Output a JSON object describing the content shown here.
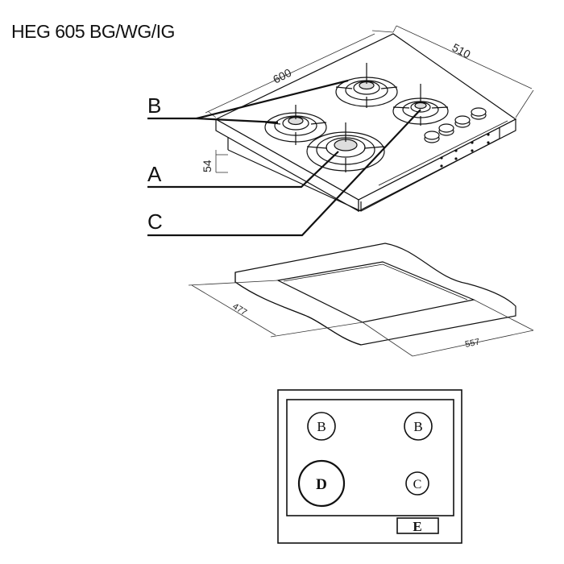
{
  "title": "HEG 605 BG/WG/IG",
  "hob_dimensions": {
    "width": "600",
    "depth": "510",
    "height": "54"
  },
  "cutout_dimensions": {
    "depth": "477",
    "width": "557"
  },
  "callouts": {
    "b": "B",
    "a": "A",
    "c": "C"
  },
  "layout_plan": {
    "top_left": "B",
    "top_right": "B",
    "bottom_left": "D",
    "bottom_right": "C",
    "control_panel": "E"
  }
}
